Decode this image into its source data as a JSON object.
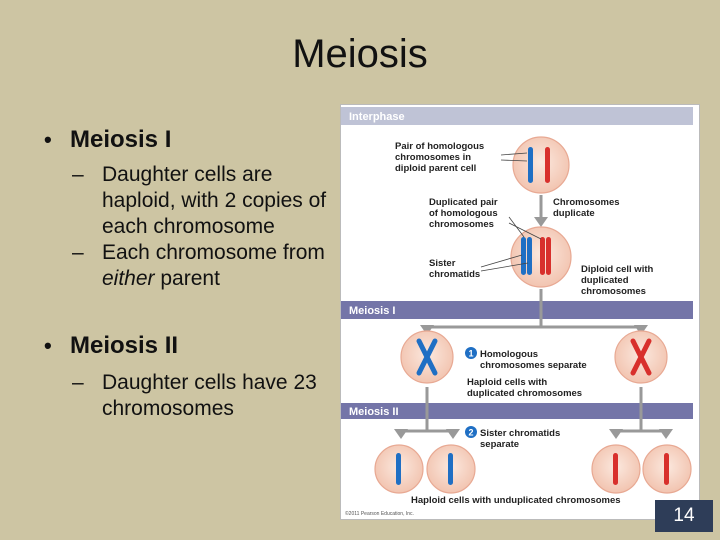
{
  "slide": {
    "title": "Meiosis",
    "page_number": "14"
  },
  "bullets": [
    {
      "heading": "Meiosis I",
      "subs": [
        {
          "text": "Daughter cells are haploid, with 2 copies of each chromosome"
        },
        {
          "pre": "Each chromosome from ",
          "em": "either",
          "post": " parent"
        }
      ]
    },
    {
      "heading": "Meiosis II",
      "subs": [
        {
          "text": "Daughter cells have 23 chromosomes"
        }
      ]
    }
  ],
  "figure": {
    "band_interphase": "Interphase",
    "band_meiosis1": "Meiosis I",
    "band_meiosis2": "Meiosis II",
    "label_pair_1": "Pair of homologous",
    "label_pair_2": "chromosomes in",
    "label_pair_3": "diploid parent cell",
    "label_dup_1": "Duplicated pair",
    "label_dup_2": "of homologous",
    "label_dup_3": "chromosomes",
    "label_chrom_dup_1": "Chromosomes",
    "label_chrom_dup_2": "duplicate",
    "label_sister_1": "Sister",
    "label_sister_2": "chromatids",
    "label_diploid_1": "Diploid cell with",
    "label_diploid_2": "duplicated",
    "label_diploid_3": "chromosomes",
    "step1_number": "1",
    "label_homologous_sep_1": "Homologous",
    "label_homologous_sep_2": "chromosomes separate",
    "label_haploid_dup_1": "Haploid cells with",
    "label_haploid_dup_2": "duplicated chromosomes",
    "step2_number": "2",
    "label_sister_sep_1": "Sister chromatids",
    "label_sister_sep_2": "separate",
    "label_haploid_undup": "Haploid cells with unduplicated chromosomes",
    "copyright": "©2011 Pearson Education, Inc.",
    "colors": {
      "cell_fill": "#f6d6c6",
      "cell_edge": "#e8a993",
      "blue_chromosome": "#1f6fc4",
      "red_chromosome": "#d8302c",
      "band_top": "#bfc3d6",
      "band_phase": "#7475a8",
      "step_circle": "#1f6fc4"
    }
  }
}
